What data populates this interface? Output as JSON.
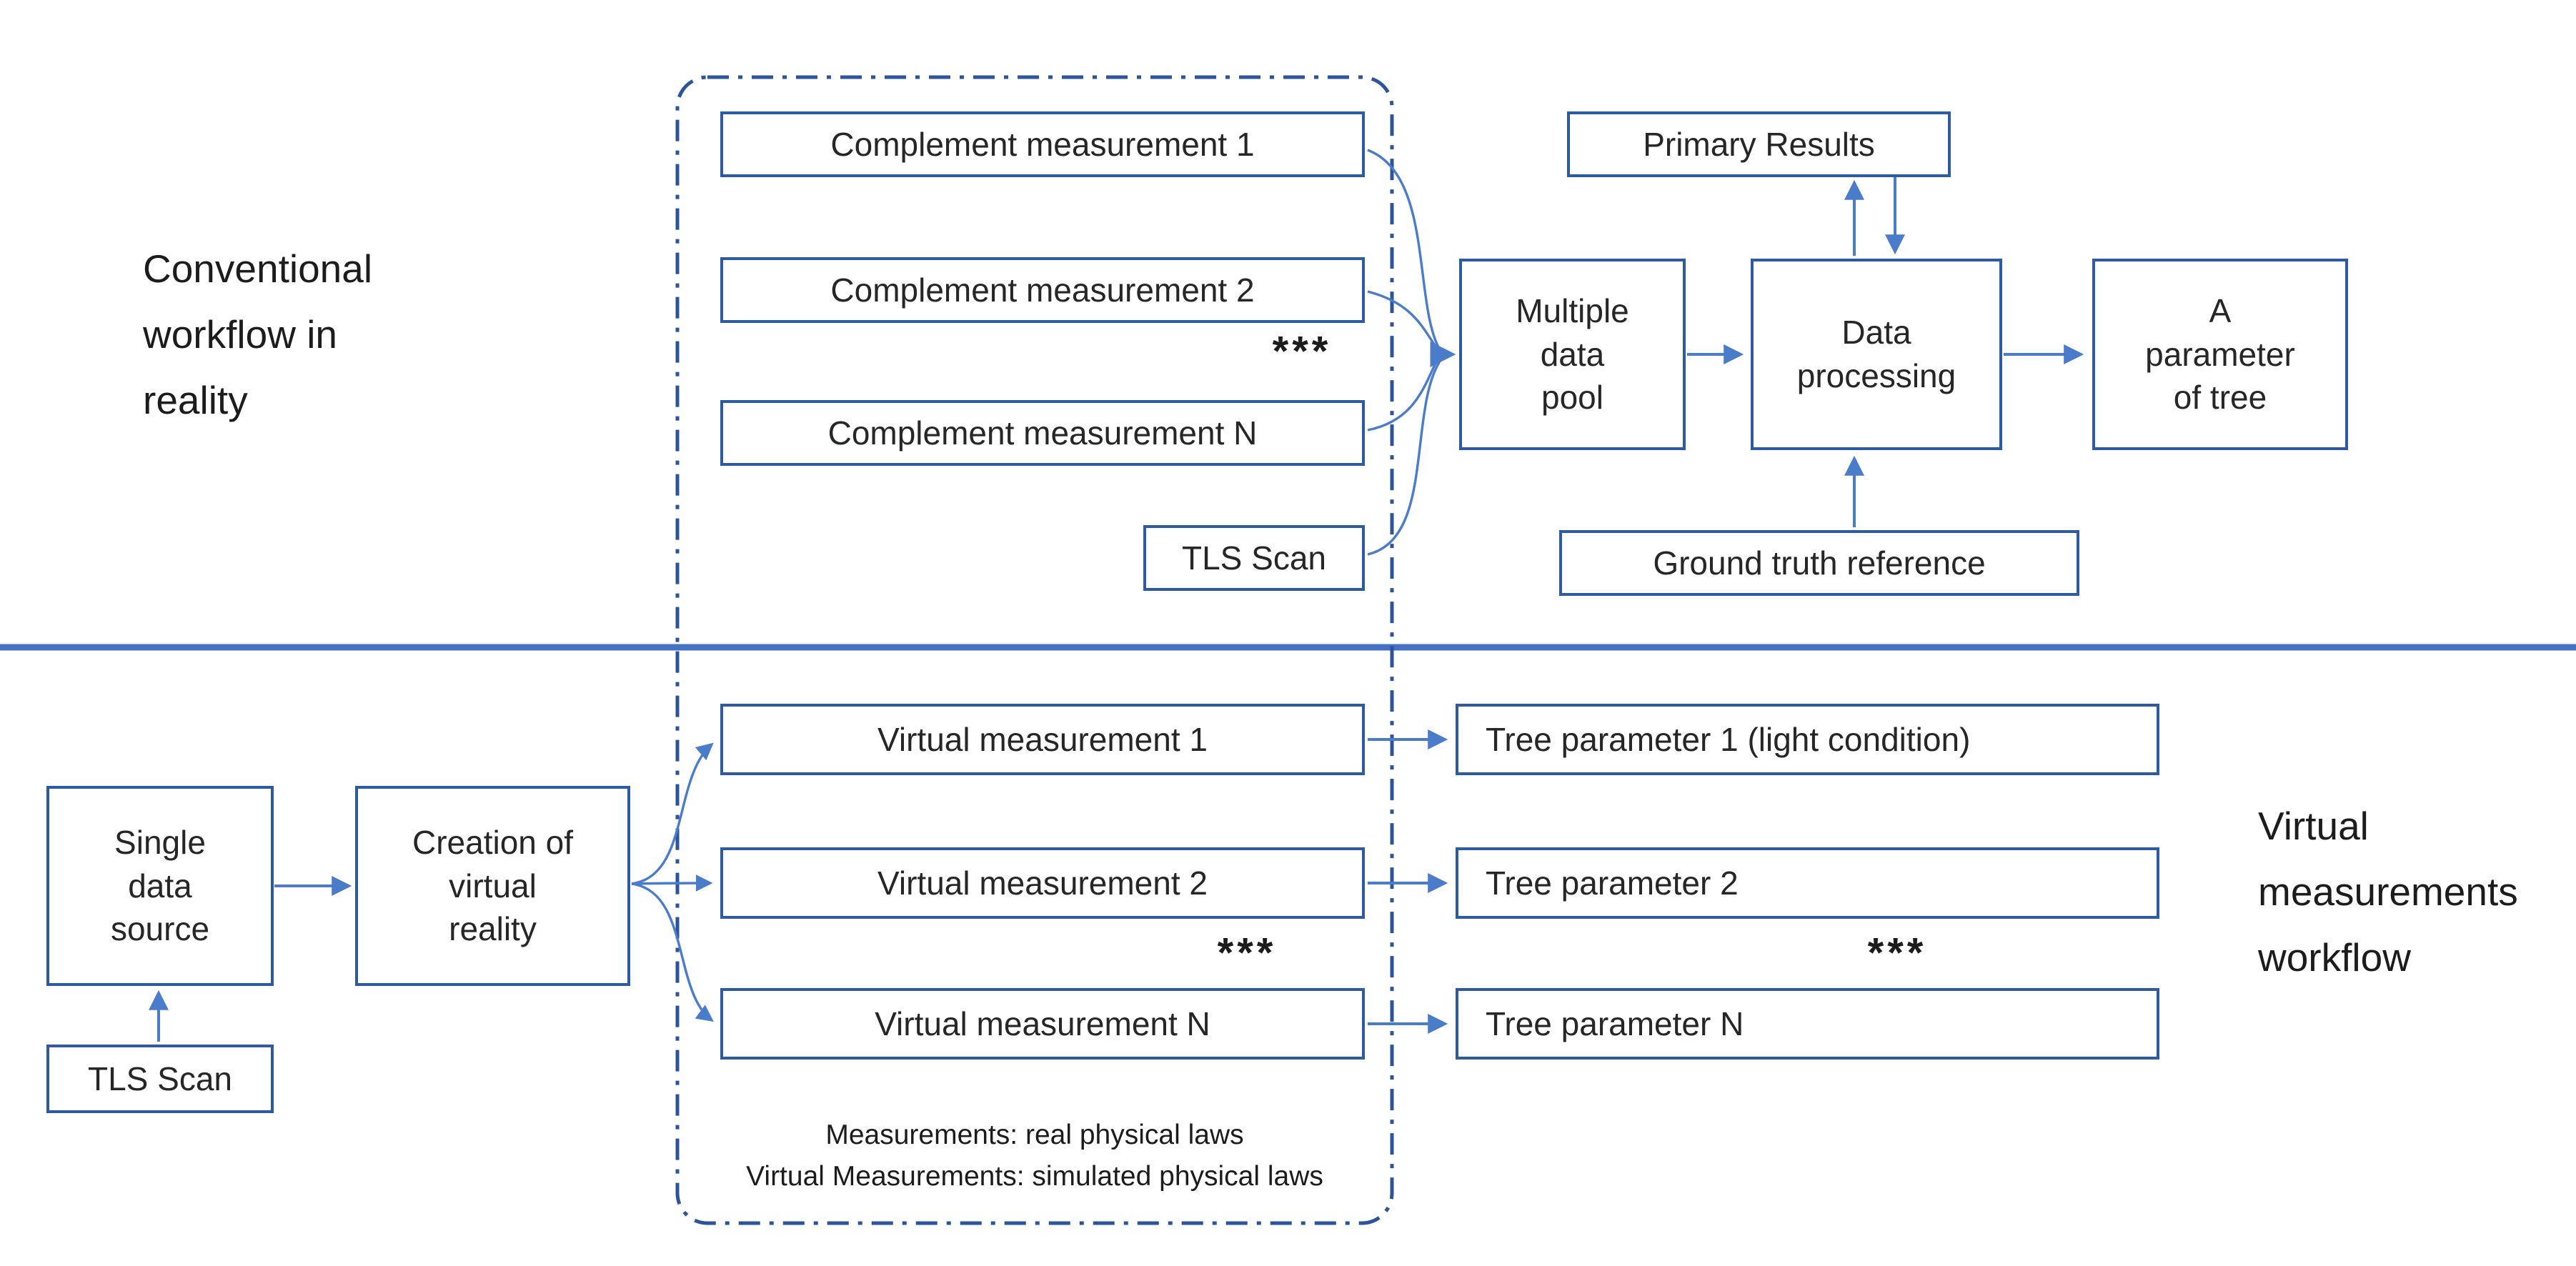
{
  "colors": {
    "box_border": "#2e5aa0",
    "wire": "#4b7cc9",
    "divider": "#4472c4",
    "dashed_border": "#2d549b",
    "text": "#262626"
  },
  "side_label_top": {
    "lines": [
      "Conventional",
      "workflow in",
      "reality"
    ]
  },
  "side_label_bottom": {
    "lines": [
      "Virtual",
      "measurements",
      "workflow"
    ]
  },
  "nodes": {
    "comp1": {
      "label": "Complement measurement 1"
    },
    "comp2": {
      "label": "Complement measurement 2"
    },
    "compN": {
      "label": "Complement measurement N"
    },
    "tls_top": {
      "label": "TLS Scan"
    },
    "pool": {
      "label": "Multiple\ndata\npool"
    },
    "primary": {
      "label": "Primary Results"
    },
    "processing": {
      "label": "Data\nprocessing"
    },
    "param": {
      "label": "A\nparameter\nof tree"
    },
    "ground": {
      "label": "Ground truth reference"
    },
    "single": {
      "label": "Single\ndata\nsource"
    },
    "tls_bottom": {
      "label": "TLS Scan"
    },
    "creation": {
      "label": "Creation of\nvirtual\nreality"
    },
    "vm1": {
      "label": "Virtual measurement 1"
    },
    "vm2": {
      "label": "Virtual measurement 2"
    },
    "vmN": {
      "label": "Virtual measurement N"
    },
    "tp1": {
      "label": "Tree parameter 1 (light condition)"
    },
    "tp2": {
      "label": "Tree parameter 2"
    },
    "tpN": {
      "label": "Tree parameter N"
    }
  },
  "ellipsis": {
    "top": "***",
    "bottom_left": "***",
    "bottom_right": "***"
  },
  "footnote": {
    "line1": "Measurements: real physical laws",
    "line2": "Virtual Measurements: simulated physical laws"
  }
}
